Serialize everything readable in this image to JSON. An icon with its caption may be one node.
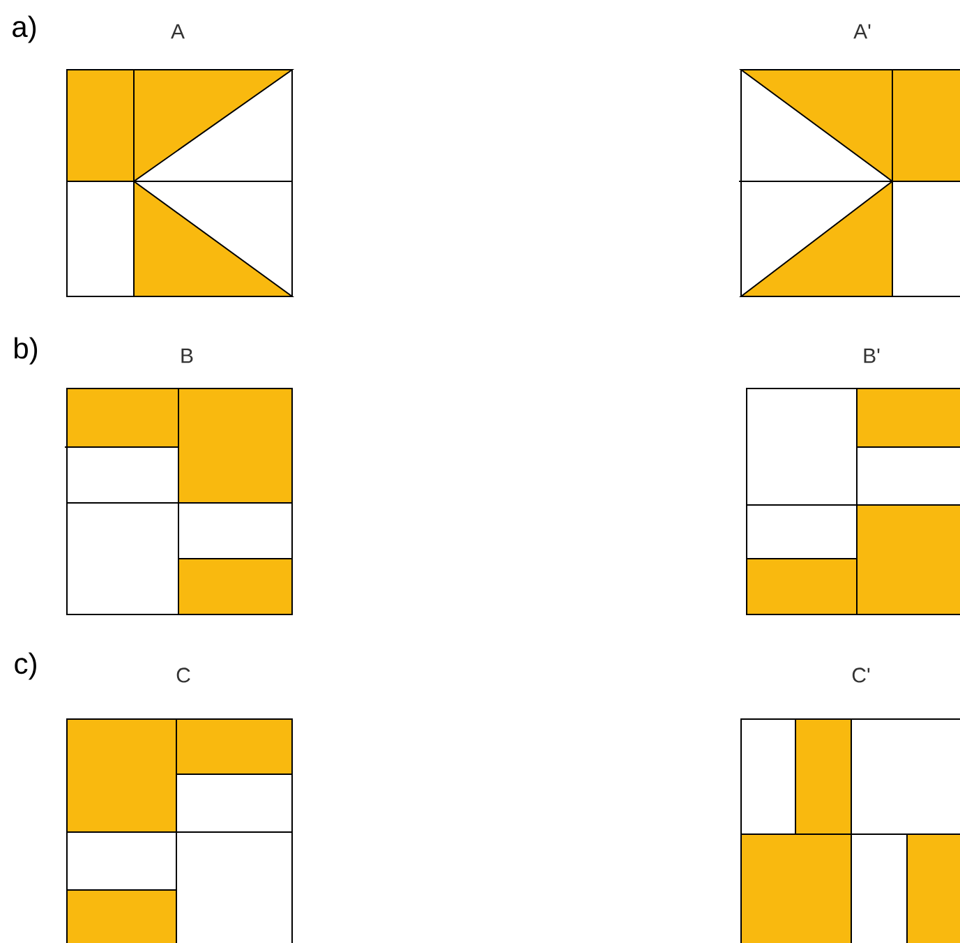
{
  "diagram": {
    "labels": [
      "a)",
      "A",
      "A'",
      "b)",
      "B",
      "B'",
      "c)",
      "C",
      "C'"
    ]
  }
}
